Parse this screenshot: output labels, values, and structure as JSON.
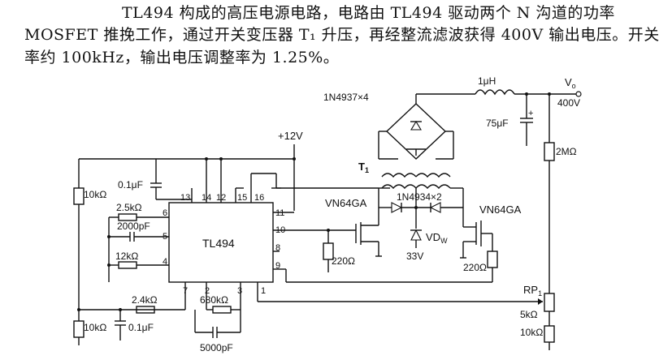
{
  "description": {
    "line1": "TL494 构成的高压电源电路，电路由 TL494 驱动两个 N 沟道的功率",
    "line2": "MOSFET 推挽工作，通过开关变压器 T₁ 升压，再经整流滤波获得 400V 输出电压。开关频",
    "line3": "率约 100kHz，输出电压调整率为 1.25%。"
  },
  "ic": {
    "name": "TL494",
    "pins": {
      "p1": "1",
      "p2": "2",
      "p3": "3",
      "p4": "4",
      "p5": "5",
      "p6": "6",
      "p7": "7",
      "p8": "8",
      "p9": "9",
      "p10": "10",
      "p11": "11",
      "p12": "12",
      "p13": "13",
      "p14": "14",
      "p15": "15",
      "p16": "16"
    }
  },
  "labels": {
    "vcc": "+12V",
    "r10k_top": "10kΩ",
    "c01_top": "0.1μF",
    "r25k": "2.5kΩ",
    "c2000": "2000pF",
    "r12k": "12kΩ",
    "r24k": "2.4kΩ",
    "r680k": "680kΩ",
    "c5000": "5000pF",
    "r10k_bot": "10kΩ",
    "c01_bot": "0.1μF",
    "mos_left": "VN64GA",
    "mos_right": "VN64GA",
    "r220_left": "220Ω",
    "r220_right": "220Ω",
    "transformer": "T",
    "transformer_sub": "1",
    "diodes_bottom": "1N4934×2",
    "zener": "VD",
    "zener_sub": "W",
    "zener_val": "33V",
    "bridge": "1N4937×4",
    "inductor": "1μH",
    "cap_out": "75μF",
    "vout": "V",
    "vout_sub": "o",
    "vout_val": "400V",
    "r2m": "2MΩ",
    "rp": "RP",
    "rp_sub": "1",
    "rp_val": "5kΩ",
    "r10k_right": "10kΩ"
  }
}
